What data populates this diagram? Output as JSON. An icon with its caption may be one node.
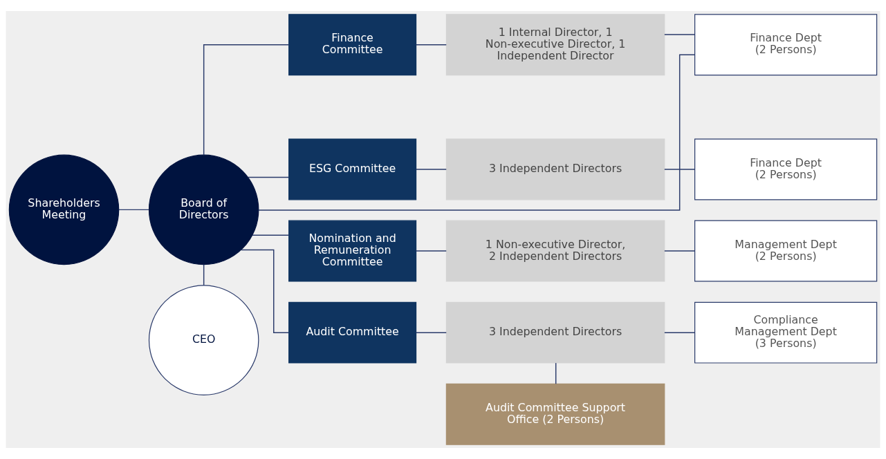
{
  "diagram": {
    "nodes": [
      {
        "text": [
          "Shareholders Meeting"
        ]
      },
      {
        "text": [
          "Board of Directors"
        ]
      },
      {
        "text": [
          "CEO"
        ]
      },
      {
        "text": [
          "Finance Committee"
        ]
      },
      {
        "text": [
          "1 Internal Director, 1 Non-executive Director, 1 Independent Director"
        ]
      },
      {
        "text": [
          "Finance Dept (2 Persons)"
        ]
      },
      {
        "text": [
          "ESG Committee"
        ]
      },
      {
        "text": [
          "3 Independent Directors"
        ]
      },
      {
        "text": [
          "Finance Dept (2 Persons)"
        ]
      },
      {
        "text": [
          "Nomination and Remuneration Committee"
        ]
      },
      {
        "text": [
          "1 Non-executive Director, 2 Independent Directors"
        ]
      },
      {
        "text": [
          "Management Dept (2 Persons)"
        ]
      },
      {
        "text": [
          "Audit Committee"
        ]
      },
      {
        "text": [
          "3 Independent Directors"
        ]
      },
      {
        "text": [
          "Compliance Management Dept (3 Persons)"
        ]
      },
      {
        "text": [
          "Audit Committee Support Office (2 Persons)"
        ]
      }
    ],
    "edges": [
      {
        "from": 0,
        "to": 1,
        "arrow": "none"
      },
      {
        "from": 1,
        "to": 5,
        "arrow": "none"
      },
      {
        "from": 1,
        "to": 2,
        "arrow": "none"
      },
      {
        "from": 1,
        "to": 3,
        "arrow": "none"
      },
      {
        "from": 1,
        "to": 6,
        "arrow": "none"
      },
      {
        "from": 1,
        "to": 9,
        "arrow": "none"
      },
      {
        "from": 1,
        "to": 12,
        "arrow": "none"
      },
      {
        "from": 3,
        "to": 4,
        "arrow": "none"
      },
      {
        "from": 4,
        "to": 5,
        "arrow": "none"
      },
      {
        "from": 6,
        "to": 7,
        "arrow": "none"
      },
      {
        "from": 7,
        "to": 8,
        "arrow": "none"
      },
      {
        "from": 9,
        "to": 10,
        "arrow": "none"
      },
      {
        "from": 10,
        "to": 11,
        "arrow": "none"
      },
      {
        "from": 12,
        "to": 13,
        "arrow": "none"
      },
      {
        "from": 13,
        "to": 14,
        "arrow": "none"
      },
      {
        "from": 13,
        "to": 15,
        "arrow": "none"
      }
    ]
  }
}
